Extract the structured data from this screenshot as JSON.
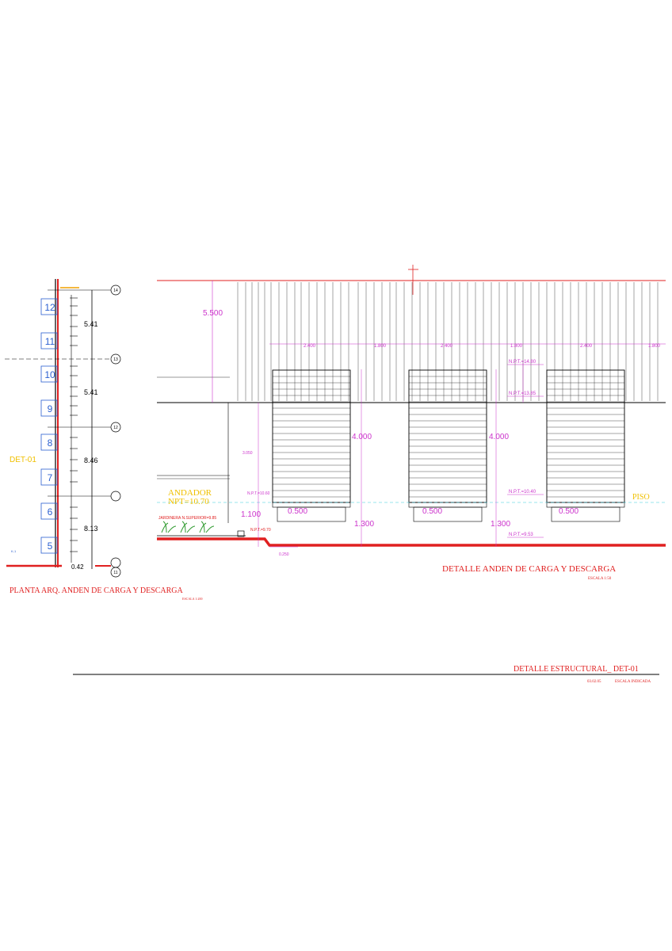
{
  "plan": {
    "title": "PLANTA ARQ.  ANDEN DE CARGA Y DESCARGA",
    "scale": "ESCALA 1:200",
    "det_tag": "DET-01",
    "bays": [
      "12",
      "11",
      "10",
      "9",
      "8",
      "7",
      "6",
      "5"
    ],
    "axes": [
      "14",
      "13",
      "12",
      "11"
    ],
    "dimensions": [
      "5.41",
      "5.41",
      "8.46",
      "8.13",
      "0.42"
    ],
    "small_label": "K-1"
  },
  "elevation": {
    "title": "DETALLE ANDEN DE CARGA Y DESCARGA",
    "scale": "ESCALA 1:50",
    "wall_height": "5.500",
    "door_width": "2.400",
    "pier_width": "1.800",
    "door_height": "4.000",
    "platform_height": "1.300",
    "small_dim": "0.500",
    "left_dim_a": "3.050",
    "left_dim_b": "1.100",
    "bottom_dim": "0.250",
    "levels": {
      "npt_1480": "N.P.T.=14.80",
      "npt_1385": "N.P.T.=13.85",
      "npt_1040": "N.P.T.=10.40",
      "npt_1060": "N.P.T.=10.60",
      "npt_953": "N.P.T.=9.53",
      "npt_970": "N.P.T.=9.70"
    },
    "andador": "ANDADOR",
    "andador_level": "NPT=10.70",
    "piso": "PISO",
    "jardinera": "JARDINERA  N.SUPERIOR=9.85"
  },
  "sheet": {
    "title": "DETALLE ESTRUCTURAL_ DET-01",
    "date": "03.02.05",
    "scale": "ESCALA INDICADA"
  },
  "colors": {
    "line": "#000000",
    "dim_magenta": "#cc33cc",
    "red": "#e02020",
    "yellow": "#f0c000",
    "blue": "#2a5fd0",
    "cyan": "#33ccdd",
    "green": "#2e9a2e"
  }
}
